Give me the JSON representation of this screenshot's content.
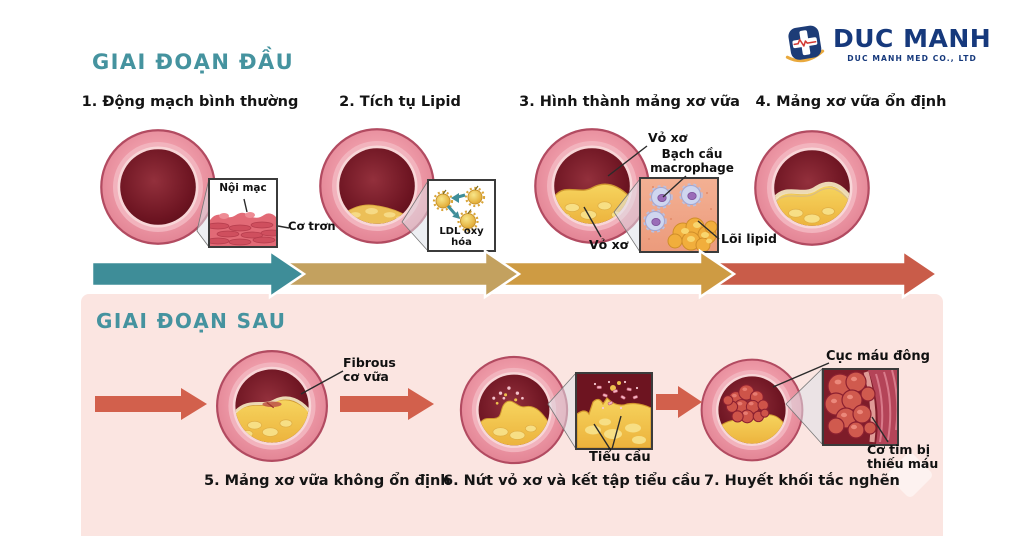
{
  "sections": {
    "early": {
      "title": "GIAI ĐOẠN ĐẦU"
    },
    "late": {
      "title": "GIAI ĐOẠN SAU"
    }
  },
  "logo": {
    "name": "DUC MANH",
    "subtitle": "DUC MANH MED CO., LTD"
  },
  "stages": [
    {
      "id": 1,
      "caption": "1. Động mạch bình thường"
    },
    {
      "id": 2,
      "caption": "2. Tích tụ Lipid"
    },
    {
      "id": 3,
      "caption": "3. Hình thành mảng xơ vữa"
    },
    {
      "id": 4,
      "caption": "4. Mảng xơ vữa ổn định"
    },
    {
      "id": 5,
      "caption": "5. Mảng xơ vữa không ổn định"
    },
    {
      "id": 6,
      "caption": "6. Nứt vỏ xơ và kết tập tiểu cầu"
    },
    {
      "id": 7,
      "caption": "7. Huyết khối tắc nghẽn"
    }
  ],
  "labels": {
    "noi_mac": "Nội mạc",
    "co_tron": "Cơ trơn",
    "ldl_oxy_hoa": "LDL oxy hóa",
    "vo_xo_top": "Vỏ xơ",
    "bach_cau_line1": "Bạch cầu",
    "bach_cau_line2": "macrophage",
    "vo_xo_bottom": "Vỏ xơ",
    "loi_lipid": "Lõi lipid",
    "fibrous_line1": "Fibrous",
    "fibrous_line2": "cơ vữa",
    "tieu_cau": "Tiểu cầu",
    "cuc_mau_dong": "Cục máu đông",
    "co_tim_line1": "Cơ tim bị",
    "co_tim_line2": "thiếu máu"
  },
  "palette": {
    "heading_teal": "#45939f",
    "logo_navy": "#16397c",
    "panel_pink": "#fbe5e1",
    "arrow_teal": "#3e8d98",
    "arrow_tan": "#c3a15f",
    "arrow_gold": "#ce9b43",
    "arrow_red": "#c95c49",
    "arrow_salmon": "#d2604c"
  }
}
